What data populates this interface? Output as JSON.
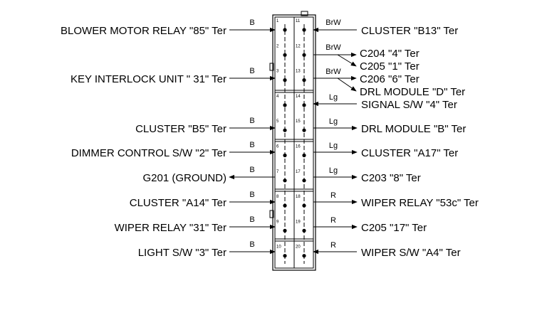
{
  "left_connections": [
    {
      "pin": "1",
      "label": "BLOWER MOTOR RELAY \"85\" Ter",
      "wire": "B",
      "dir": "in"
    },
    {
      "pin": "3",
      "label": "KEY INTERLOCK UNIT \" 31\" Ter",
      "wire": "B",
      "dir": "in"
    },
    {
      "pin": "5",
      "label": "CLUSTER \"B5\" Ter",
      "wire": "B",
      "dir": "in"
    },
    {
      "pin": "6",
      "label": "DIMMER CONTROL S/W \"2\" Ter",
      "wire": "B",
      "dir": "in"
    },
    {
      "pin": "7",
      "label": "G201 (GROUND)",
      "wire": "B",
      "dir": "out"
    },
    {
      "pin": "8",
      "label": "CLUSTER \"A14\" Ter",
      "wire": "B",
      "dir": "in"
    },
    {
      "pin": "9",
      "label": "WIPER RELAY \"31\" Ter",
      "wire": "B",
      "dir": "in"
    },
    {
      "pin": "10",
      "label": "LIGHT S/W \"3\" Ter",
      "wire": "B",
      "dir": "in"
    }
  ],
  "right_connections": [
    {
      "pin": "11",
      "label": "CLUSTER \"B13\" Ter",
      "wire": "BrW",
      "dir": "in"
    },
    {
      "pin": "12",
      "label": "C204 \"4\" Ter",
      "wire": "BrW",
      "dir": "out"
    },
    {
      "pin": "12",
      "label": "C205 \"1\" Ter",
      "wire": "",
      "dir": "out"
    },
    {
      "pin": "13",
      "label": "C206 \"6\" Ter",
      "wire": "BrW",
      "dir": "out"
    },
    {
      "pin": "13",
      "label": "DRL MODULE \"D\" Ter",
      "wire": "",
      "dir": "out"
    },
    {
      "pin": "14",
      "label": "SIGNAL S/W \"4\" Ter",
      "wire": "Lg",
      "dir": "in"
    },
    {
      "pin": "15",
      "label": "DRL MODULE \"B\" Ter",
      "wire": "Lg",
      "dir": "out"
    },
    {
      "pin": "16",
      "label": "CLUSTER \"A17\" Ter",
      "wire": "Lg",
      "dir": "out"
    },
    {
      "pin": "17",
      "label": "C203 \"8\" Ter",
      "wire": "Lg",
      "dir": "out"
    },
    {
      "pin": "18",
      "label": "WIPER RELAY \"53c\" Ter",
      "wire": "R",
      "dir": "out"
    },
    {
      "pin": "19",
      "label": "C205 \"17\" Ter",
      "wire": "R",
      "dir": "out"
    },
    {
      "pin": "20",
      "label": "WIPER S/W \"A4\" Ter",
      "wire": "R",
      "dir": "in"
    }
  ],
  "connector_pins_left": [
    "1",
    "2",
    "3",
    "4",
    "5",
    "6",
    "7",
    "8",
    "9",
    "10"
  ],
  "connector_pins_right": [
    "11",
    "12",
    "13",
    "14",
    "15",
    "16",
    "17",
    "18",
    "19",
    "20"
  ]
}
